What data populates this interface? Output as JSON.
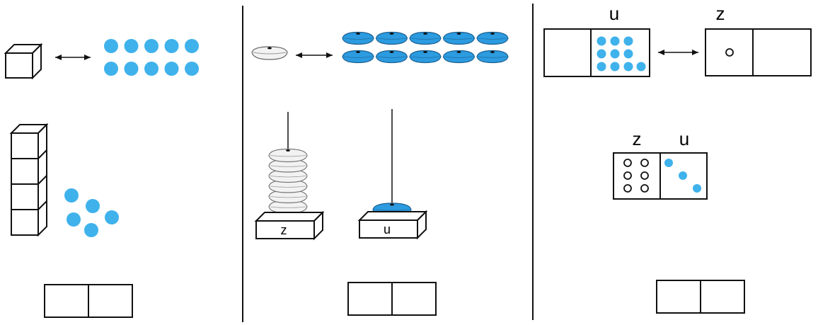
{
  "colors": {
    "dot_blue": "#3fb2ec",
    "bead_blue": "#2c9be0",
    "bead_white": "#f2f2f2",
    "line": "#111111"
  },
  "panels": [
    {
      "id": "cubes-and-dots",
      "exchange": {
        "from": "cube",
        "to_count": 10,
        "arrow": "double-arrow-icon"
      },
      "tens": 4,
      "ones": 5,
      "answer_boxes": [
        "",
        ""
      ]
    },
    {
      "id": "abacus",
      "exchange": {
        "from": "white-bead",
        "to_count": 10,
        "arrow": "double-arrow-icon"
      },
      "rods": [
        {
          "label": "z",
          "beads": 6,
          "bead_color": "white"
        },
        {
          "label": "u",
          "beads": 1,
          "bead_color": "blue"
        }
      ],
      "answer_boxes": [
        "",
        ""
      ]
    },
    {
      "id": "place-value-table",
      "exchange": {
        "left_header": "u",
        "left_dots": 10,
        "right_header": "z",
        "right_circles": 1,
        "arrow": "double-arrow-icon"
      },
      "table": {
        "headers": [
          "z",
          "u"
        ],
        "tens_circles": 6,
        "ones_dots": 3
      },
      "answer_boxes": [
        "",
        ""
      ]
    }
  ]
}
